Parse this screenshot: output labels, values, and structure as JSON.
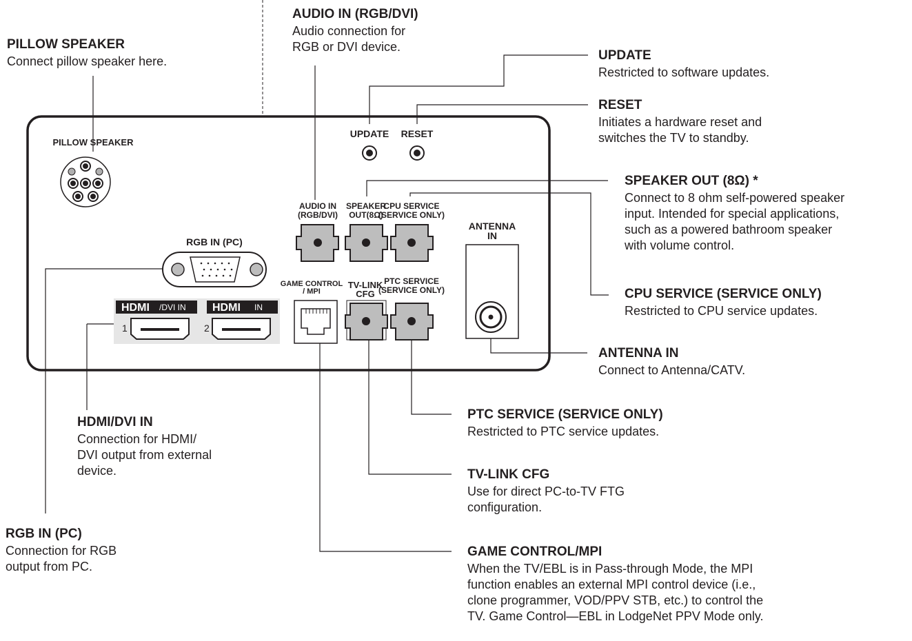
{
  "callouts": {
    "pillow_speaker": {
      "title": "PILLOW SPEAKER",
      "desc": [
        "Connect pillow speaker here."
      ]
    },
    "audio_in": {
      "title": "AUDIO IN (RGB/DVI)",
      "desc": [
        "Audio connection for",
        "RGB or DVI device."
      ]
    },
    "update": {
      "title": "UPDATE",
      "desc": [
        "Restricted to software updates."
      ]
    },
    "reset": {
      "title": "RESET",
      "desc": [
        "Initiates a hardware reset and",
        "switches the TV to standby."
      ]
    },
    "speaker_out": {
      "title": "SPEAKER OUT (8Ω) *",
      "desc": [
        "Connect to 8 ohm self-powered speaker",
        "input. Intended for special applications,",
        "such as a powered bathroom speaker",
        "with volume control."
      ]
    },
    "cpu_service": {
      "title": "CPU SERVICE (SERVICE ONLY)",
      "desc": [
        "Restricted to CPU service updates."
      ]
    },
    "antenna_in": {
      "title": "ANTENNA IN",
      "desc": [
        "Connect to Antenna/CATV."
      ]
    },
    "ptc_service": {
      "title": "PTC SERVICE (SERVICE ONLY)",
      "desc": [
        "Restricted to PTC service updates."
      ]
    },
    "tv_link_cfg": {
      "title": "TV-LINK CFG",
      "desc": [
        "Use for direct PC-to-TV FTG",
        "configuration."
      ]
    },
    "game_control": {
      "title": "GAME CONTROL/MPI",
      "desc": [
        "When the TV/EBL is in Pass-through Mode, the MPI",
        "function enables an external MPI control device (i.e.,",
        "clone programmer, VOD/PPV STB, etc.) to control the",
        "TV. Game Control—EBL in LodgeNet PPV Mode only."
      ]
    },
    "hdmi_dvi_in": {
      "title": "HDMI/DVI IN",
      "desc": [
        "Connection for HDMI/",
        "DVI output from external",
        "device."
      ]
    },
    "rgb_in": {
      "title": "RGB IN (PC)",
      "desc": [
        "Connection for RGB",
        "output from PC."
      ]
    }
  },
  "panel": {
    "pillow_speaker": "PILLOW SPEAKER",
    "update": "UPDATE",
    "reset": "RESET",
    "audio_in": [
      "AUDIO IN",
      "(RGB/DVI)"
    ],
    "speaker_out": [
      "SPEAKER",
      "OUT(8Ω)"
    ],
    "cpu_service": [
      "CPU SERVICE",
      "(SERVICE ONLY)"
    ],
    "antenna_in": [
      "ANTENNA",
      "IN"
    ],
    "rgb_in": "RGB IN (PC)",
    "game_control": [
      "GAME CONTROL",
      "/ MPI"
    ],
    "tv_link": [
      "TV-LINK",
      "CFG"
    ],
    "ptc_service": [
      "PTC SERVICE",
      "(SERVICE ONLY)"
    ],
    "hdmi1_logo": "HDMI",
    "hdmi1_suffix": "/DVI IN",
    "hdmi2_logo": "HDMI",
    "hdmi2_suffix": "IN",
    "hdmi1_num": "1",
    "hdmi2_num": "2"
  }
}
